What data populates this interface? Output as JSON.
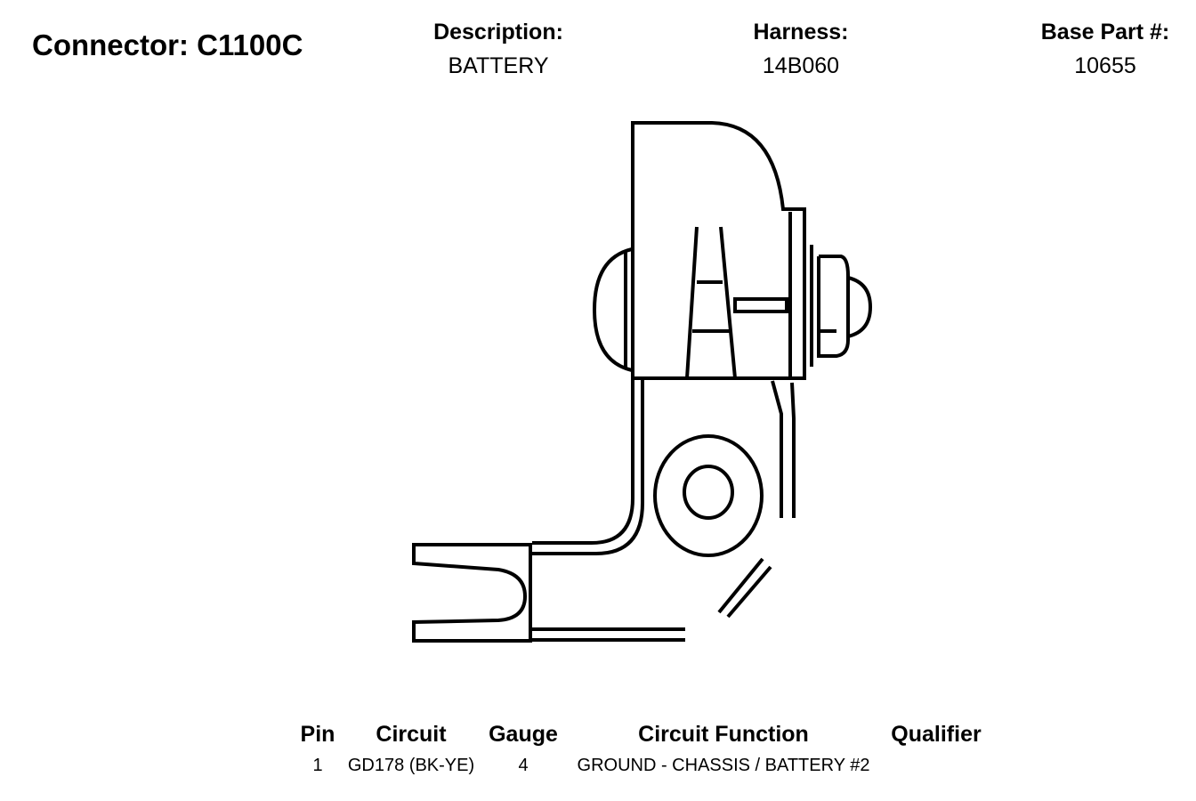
{
  "connector": {
    "title": "Connector: C1100C"
  },
  "meta": {
    "description_label": "Description:",
    "description_value": "BATTERY",
    "harness_label": "Harness:",
    "harness_value": "14B060",
    "base_part_label": "Base Part #:",
    "base_part_value": "10655"
  },
  "pin_table": {
    "headers": [
      "Pin",
      "Circuit",
      "Gauge",
      "Circuit Function",
      "Qualifier"
    ],
    "rows": [
      {
        "pin": "1",
        "circuit": "GD178 (BK-YE)",
        "gauge": "4",
        "function": "GROUND - CHASSIS / BATTERY #2",
        "qualifier": ""
      }
    ]
  },
  "colors": {
    "line": "#000000",
    "background": "#ffffff"
  }
}
